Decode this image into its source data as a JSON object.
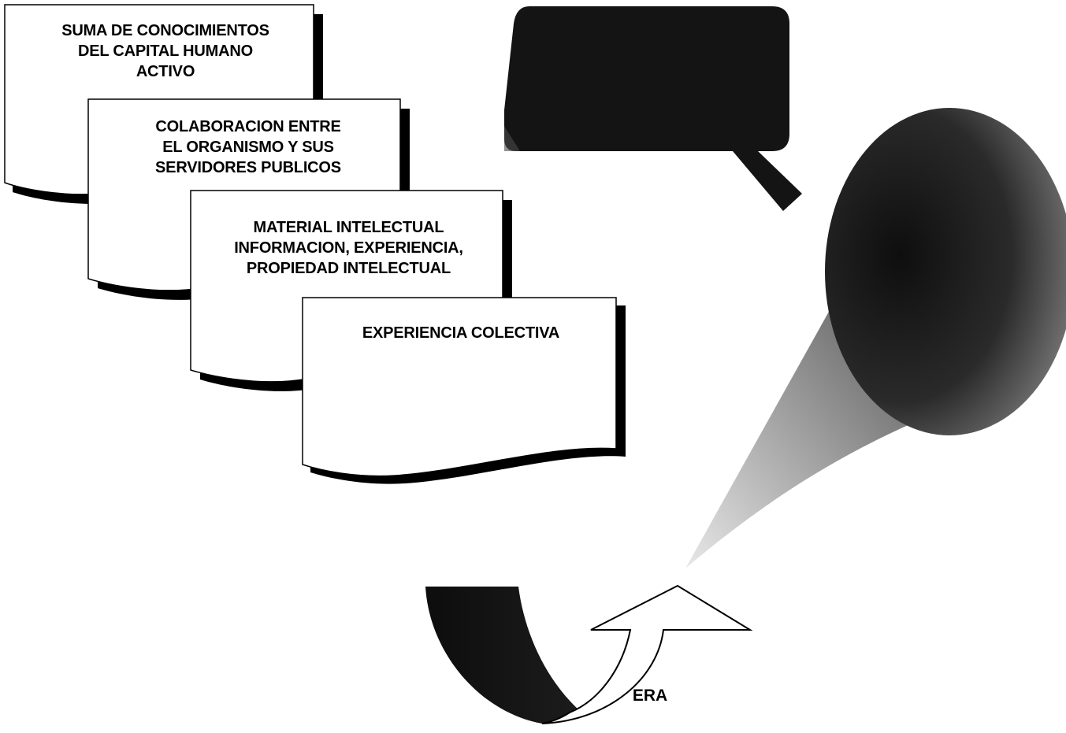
{
  "documents": [
    {
      "text": "SUMA DE CONOCIMIENTOS\nDEL CAPITAL HUMANO\nACTIVO"
    },
    {
      "text": "COLABORACION ENTRE\nEL ORGANISMO Y SUS\nSERVIDORES PUBLICOS"
    },
    {
      "text": "MATERIAL INTELECTUAL\nINFORMACION, EXPERIENCIA,\nPROPIEDAD INTELECTUAL"
    },
    {
      "text": "EXPERIENCIA COLECTIVA"
    }
  ],
  "arrow": {
    "label": "ERA"
  },
  "colors": {
    "document_fill": "#ffffff",
    "document_shadow": "#000000",
    "dark_fill": "#161616",
    "stroke": "#000000"
  }
}
